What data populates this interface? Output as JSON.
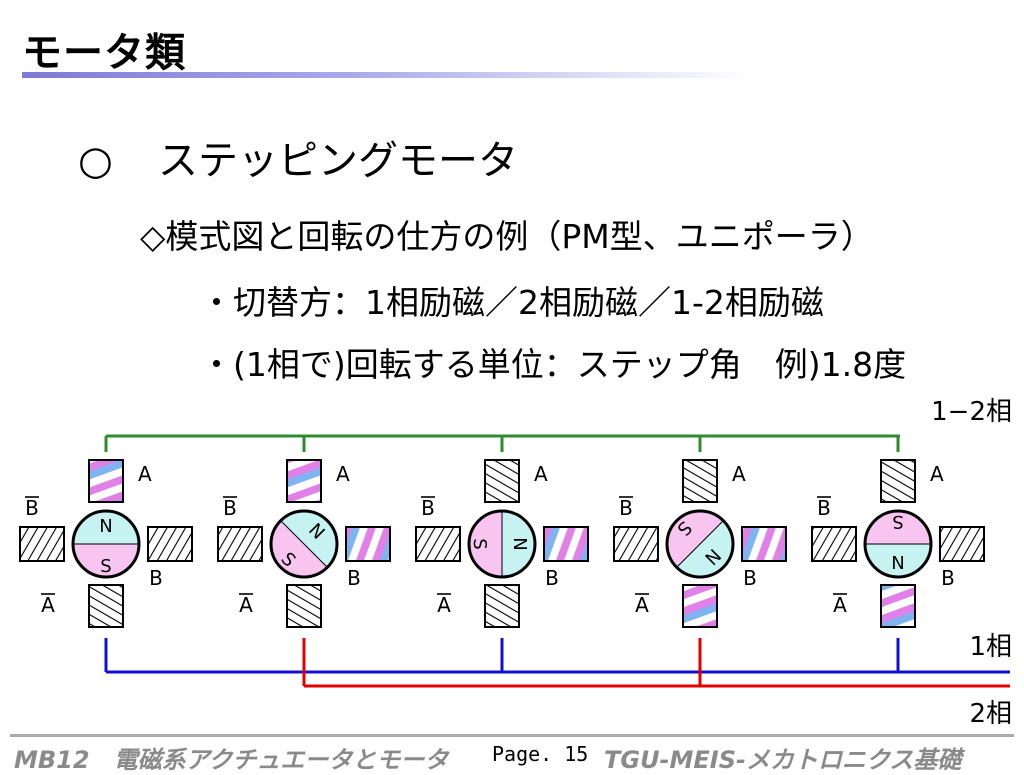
{
  "title": "モータ類",
  "heading": {
    "mark": "○",
    "text": "ステッピングモータ"
  },
  "sub_heading": "◇模式図と回転の仕方の例（PM型、ユニポーラ）",
  "bullets": [
    "・切替方：1相励磁／2相励磁／1-2相励磁",
    "・(1相で)回転する単位：ステップ角　例)1.8度"
  ],
  "diagram": {
    "labels": {
      "phase_12": "1−2相",
      "phase_1": "1相",
      "phase_2": "2相",
      "coil_a": "A",
      "coil_a_bar": "A",
      "coil_b": "B",
      "coil_b_bar": "B"
    },
    "colors": {
      "phase_12_line": "#2e8b2e",
      "phase_1_line": "#1010d0",
      "phase_2_line": "#e00000",
      "rotor_n": "#c6f2f2",
      "rotor_s": "#f8c4f0",
      "stripe_pink": "#e080e8",
      "stripe_blue": "#80b4f0"
    },
    "steps": [
      {
        "angle_deg": 0,
        "top": "energized",
        "right": "plain",
        "bottom": "plain",
        "phase": "1"
      },
      {
        "angle_deg": 45,
        "top": "energized",
        "right": "energized",
        "bottom": "plain",
        "phase": "2"
      },
      {
        "angle_deg": 90,
        "top": "plain",
        "right": "energized",
        "bottom": "plain",
        "phase": "1"
      },
      {
        "angle_deg": 135,
        "top": "plain",
        "right": "energized",
        "bottom": "energized",
        "phase": "2"
      },
      {
        "angle_deg": 180,
        "top": "plain",
        "right": "plain",
        "bottom": "energized",
        "phase": "1"
      }
    ],
    "pole_n": "N",
    "pole_s": "S"
  },
  "footer": {
    "left": "MB12　電磁系アクチュエータとモータ",
    "page": "Page. 15",
    "right": "TGU-MEIS-メカトロニクス基礎"
  }
}
